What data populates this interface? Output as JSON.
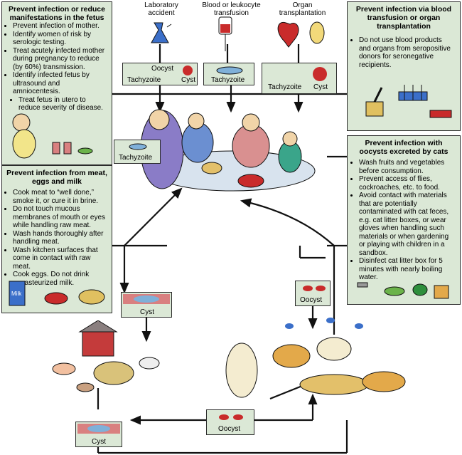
{
  "sources": {
    "lab": "Laboratory accident",
    "blood": "Blood or leukocyte transfusion",
    "organ": "Organ transplantation"
  },
  "labels": {
    "oocyst": "Oocyst",
    "cyst": "Cyst",
    "tachyzoite": "Tachyzoite",
    "milk": "Milk"
  },
  "box_fetus": {
    "title": "Prevent infection or reduce manifestations in the fetus",
    "items": [
      "Prevent infection of mother.",
      "Identify women of risk by serologic testing.",
      "Treat acutely infected mother during pregnancy to reduce (by 60%) transmission.",
      "Identify infected fetus by ultrasound and amniocentesis.",
      "Treat fetus in utero to reduce severity of disease."
    ]
  },
  "box_transfusion": {
    "title": "Prevent infection via blood transfusion or organ transplantation",
    "items": [
      "Do not use blood products and organs from seropositive donors for seronegative recipients."
    ]
  },
  "box_meat": {
    "title": "Prevent infection from meat, eggs and milk",
    "items": [
      "Cook meat to “well done,” smoke it, or cure it in brine.",
      "Do not touch mucous membranes of mouth or eyes while handling raw meat.",
      "Wash hands thoroughly after handling meat.",
      "Wash kitchen surfaces that come in contact with raw meat.",
      "Cook eggs. Do not drink unpasteurized milk."
    ]
  },
  "box_cats": {
    "title": "Prevent infection with oocysts excreted by cats",
    "items": [
      "Wash fruits and vegetables before consumption.",
      "Prevent access of flies, cockroaches, etc. to food.",
      "Avoid contact with materials that are potentially contaminated with cat feces, e.g. cat litter boxes, or wear gloves when handling such materials or when gardening or playing with children in a sandbox.",
      "Disinfect cat litter box for 5 minutes with nearly boiling water."
    ]
  }
}
